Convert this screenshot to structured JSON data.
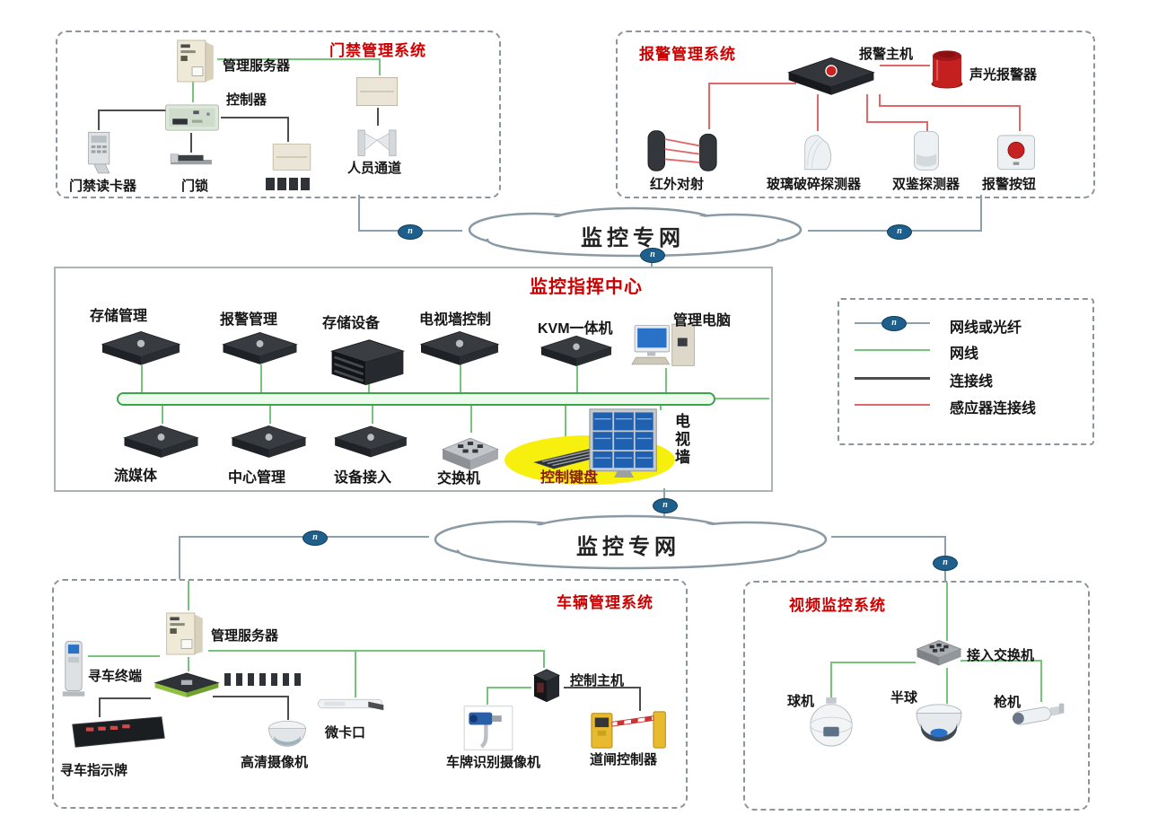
{
  "clouds": {
    "top": "监控专网",
    "bottom": "监控专网"
  },
  "icons": {
    "fiber_marker": "n"
  },
  "access": {
    "title": "门禁管理系统",
    "server": "管理服务器",
    "controller": "控制器",
    "reader": "门禁读卡器",
    "lock": "门锁",
    "gate": "人员通道"
  },
  "alarm": {
    "title": "报警管理系统",
    "host": "报警主机",
    "siren": "声光报警器",
    "infrared": "红外对射",
    "glass": "玻璃破碎探测器",
    "dual": "双鉴探测器",
    "button": "报警按钮"
  },
  "center": {
    "title": "监控指挥中心",
    "storage_mgmt": "存储管理",
    "alarm_mgmt": "报警管理",
    "storage_dev": "存储设备",
    "tvwall_ctrl": "电视墙控制",
    "kvm": "KVM一体机",
    "mgmt_pc": "管理电脑",
    "streaming": "流媒体",
    "center_mgmt": "中心管理",
    "device_access": "设备接入",
    "switch": "交换机",
    "ctrl_keyboard": "控制键盘",
    "tv_wall": "电视墙"
  },
  "legend": {
    "fiber": "网线或光纤",
    "cable": "网线",
    "conn": "连接线",
    "sensor": "感应器连接线"
  },
  "vehicle": {
    "title": "车辆管理系统",
    "server": "管理服务器",
    "terminal": "寻车终端",
    "sign": "寻车指示牌",
    "hd_cam": "高清摄像机",
    "checkpoint": "微卡口",
    "lpr_cam": "车牌识别摄像机",
    "ctrl_host": "控制主机",
    "barrier": "道闸控制器"
  },
  "video": {
    "title": "视频监控系统",
    "access_switch": "接入交换机",
    "ball": "球机",
    "dome": "半球",
    "bullet": "枪机"
  },
  "colors": {
    "title_red": "#cc0000",
    "fiber_line": "#8aa0ad",
    "net_line": "#76c47c",
    "conn_line": "#4d4d4d",
    "sensor_line": "#e06868",
    "marker_blue": "#1f5f8b",
    "bus_green": "#3aa64a",
    "highlight_yellow": "#f7ef0e"
  }
}
